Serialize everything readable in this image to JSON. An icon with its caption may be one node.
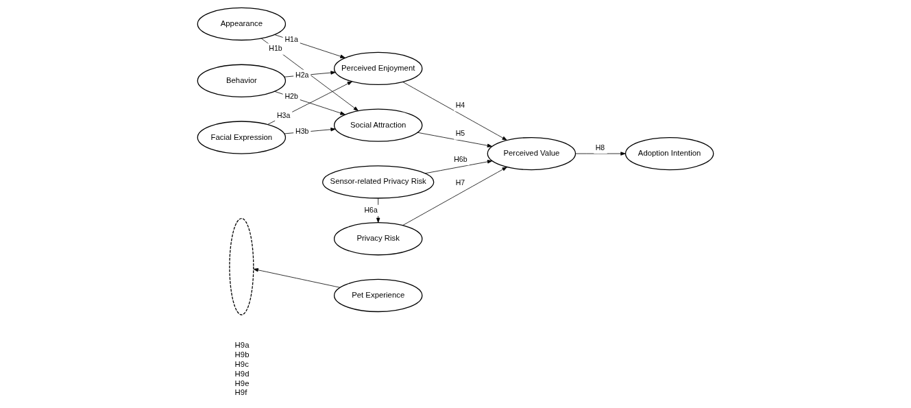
{
  "diagram": {
    "nodes": [
      {
        "text": [
          "Appearance"
        ]
      },
      {
        "text": [
          "Behavior"
        ]
      },
      {
        "text": [
          "Facial Expression"
        ]
      },
      {
        "text": [],
        "shape": "ellipse"
      },
      {
        "text": [
          "Perceived Enjoyment"
        ]
      },
      {
        "text": [
          "Social Attraction"
        ]
      },
      {
        "text": [
          "Sensor-related Privacy Risk"
        ]
      },
      {
        "text": [
          "Privacy Risk"
        ]
      },
      {
        "text": [
          "Pet Experience"
        ]
      },
      {
        "text": [
          "Perceived Value"
        ]
      },
      {
        "text": [
          "Adoption Intention"
        ]
      }
    ],
    "edges": [
      {
        "from": 0,
        "to": 4,
        "arrow": "to",
        "label": "H1a"
      },
      {
        "from": 0,
        "to": 5,
        "arrow": "to",
        "label": "H1b"
      },
      {
        "from": 1,
        "to": 4,
        "arrow": "to",
        "label": "H2a"
      },
      {
        "from": 1,
        "to": 5,
        "arrow": "to",
        "label": "H2b"
      },
      {
        "from": 2,
        "to": 4,
        "arrow": "to",
        "label": "H3a"
      },
      {
        "from": 2,
        "to": 5,
        "arrow": "to",
        "label": "H3b"
      },
      {
        "from": 4,
        "to": 9,
        "arrow": "to",
        "label": "H4"
      },
      {
        "from": 5,
        "to": 9,
        "arrow": "to",
        "label": "H5"
      },
      {
        "from": 6,
        "to": 9,
        "arrow": "to",
        "label": "H6b"
      },
      {
        "from": 6,
        "to": 7,
        "arrow": "to",
        "label": "H6a"
      },
      {
        "from": 7,
        "to": 9,
        "arrow": "to",
        "label": "H7"
      },
      {
        "from": 9,
        "to": 10,
        "arrow": "to",
        "label": "H8"
      },
      {
        "from": 8,
        "to": 3,
        "arrow": "to"
      }
    ],
    "labels": [
      "H9a",
      "H9b",
      "H9c",
      "H9d",
      "H9e",
      "H9f"
    ]
  }
}
